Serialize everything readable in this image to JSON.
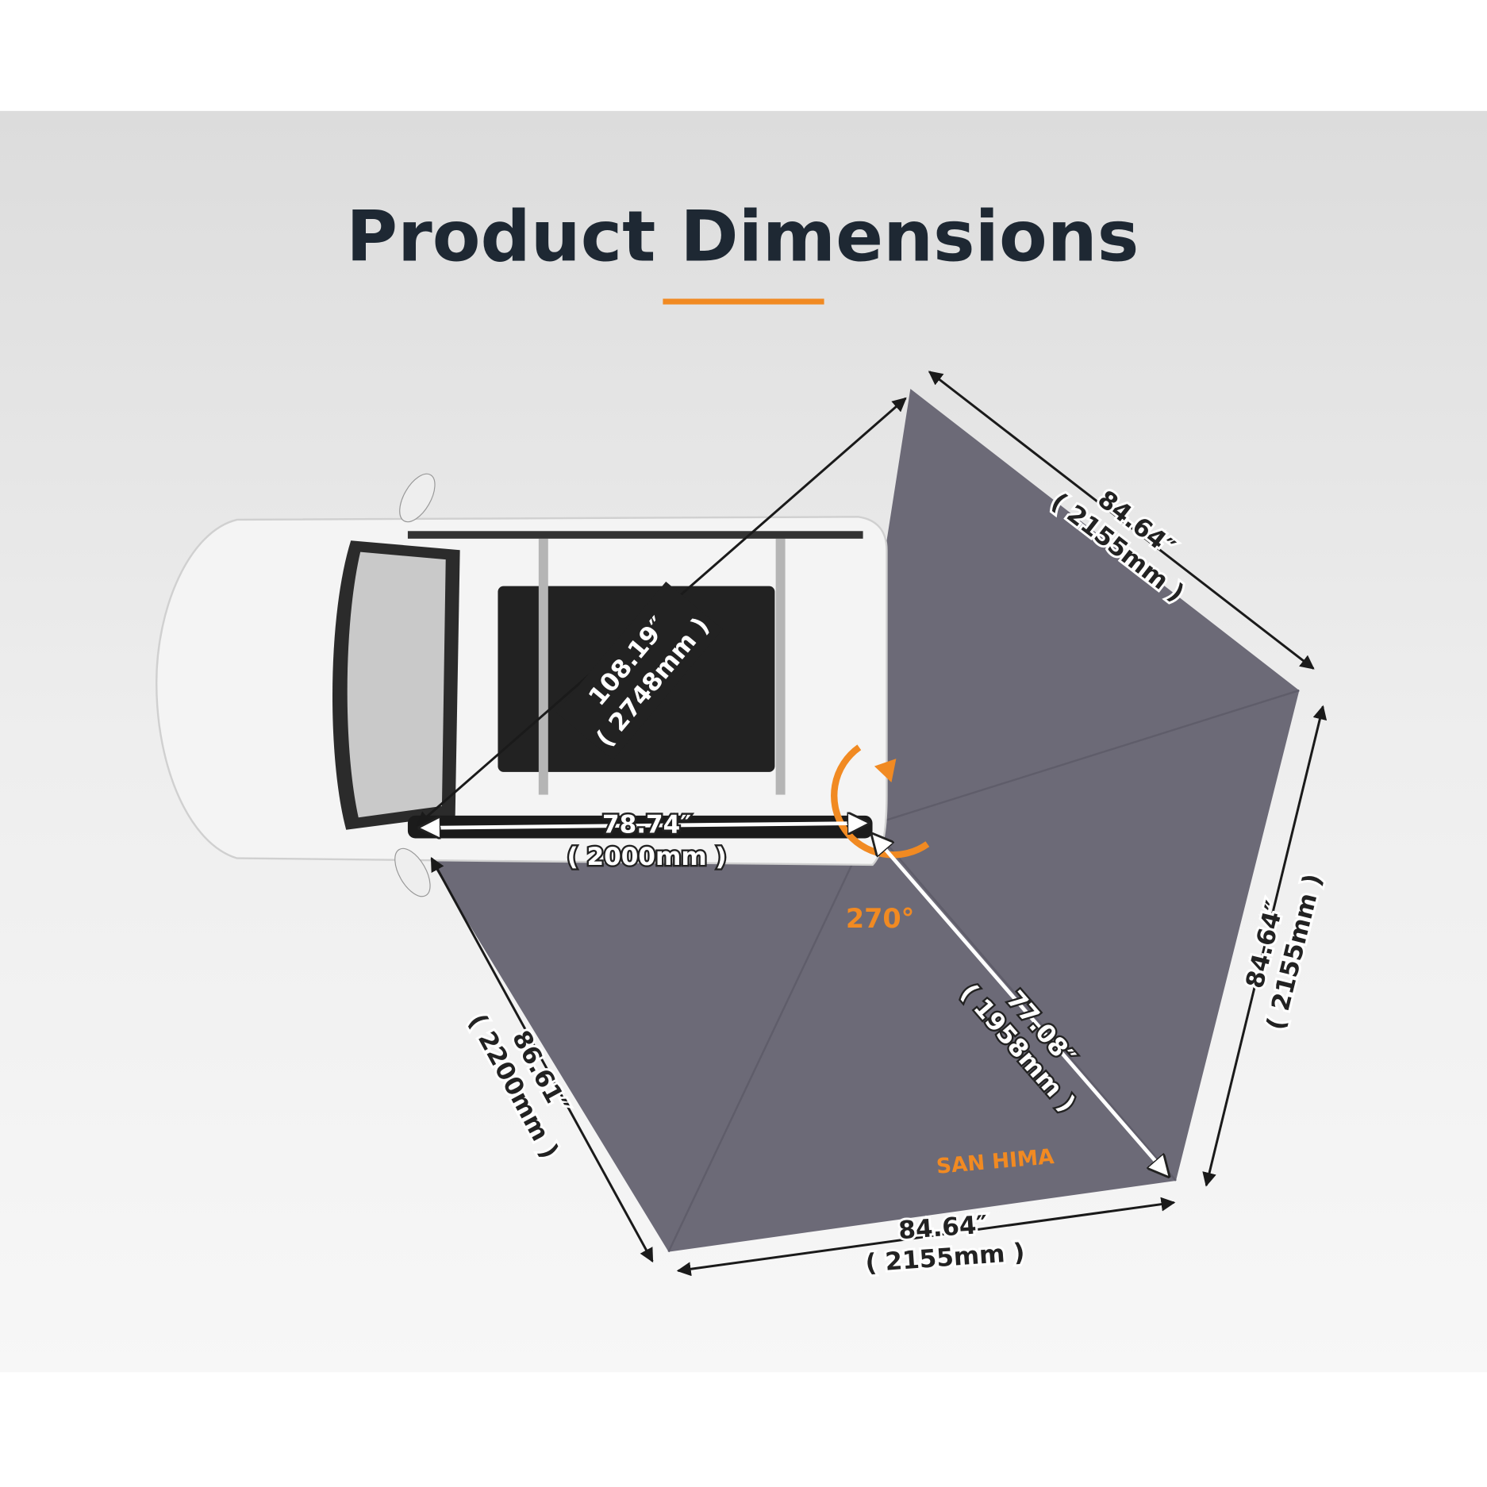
{
  "title": "Product Dimensions",
  "brand": "SAN HIMA",
  "colors": {
    "accent": "#f18a22",
    "fabric": "#6c6a77",
    "title": "#1e2833",
    "background": "#e6e6e6"
  },
  "dimensions": {
    "diagonal": {
      "in": "108.19″",
      "mm": "( 2748mm )"
    },
    "car_side": {
      "in": "78.74″",
      "mm": "( 2000mm )"
    },
    "top_right": {
      "in": "84.64″",
      "mm": "( 2155mm )"
    },
    "right": {
      "in": "84.64″",
      "mm": "( 2155mm )"
    },
    "bottom": {
      "in": "84.64″",
      "mm": "( 2155mm )"
    },
    "left": {
      "in": "86.61″",
      "mm": "( 2200mm )"
    },
    "radius": {
      "in": "77.08″",
      "mm": "( 1958mm )"
    },
    "angle": "270°"
  }
}
